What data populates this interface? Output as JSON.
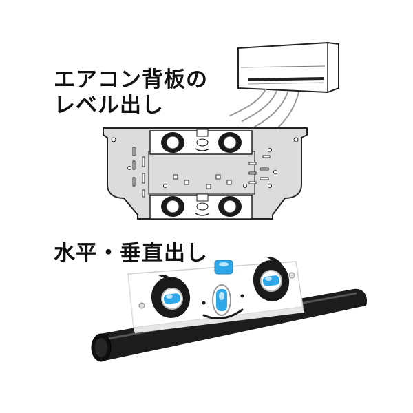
{
  "captions": {
    "ac_line1": "エアコン背板の",
    "ac_line2": "レベル出し",
    "level": "水平・垂直出し"
  },
  "colors": {
    "text": "#111111",
    "bubble_vial": "#2fa8ea",
    "panda_black": "#1a1a1a",
    "backplate": "#dcdcdc",
    "pipe": "#1c1c1c"
  }
}
